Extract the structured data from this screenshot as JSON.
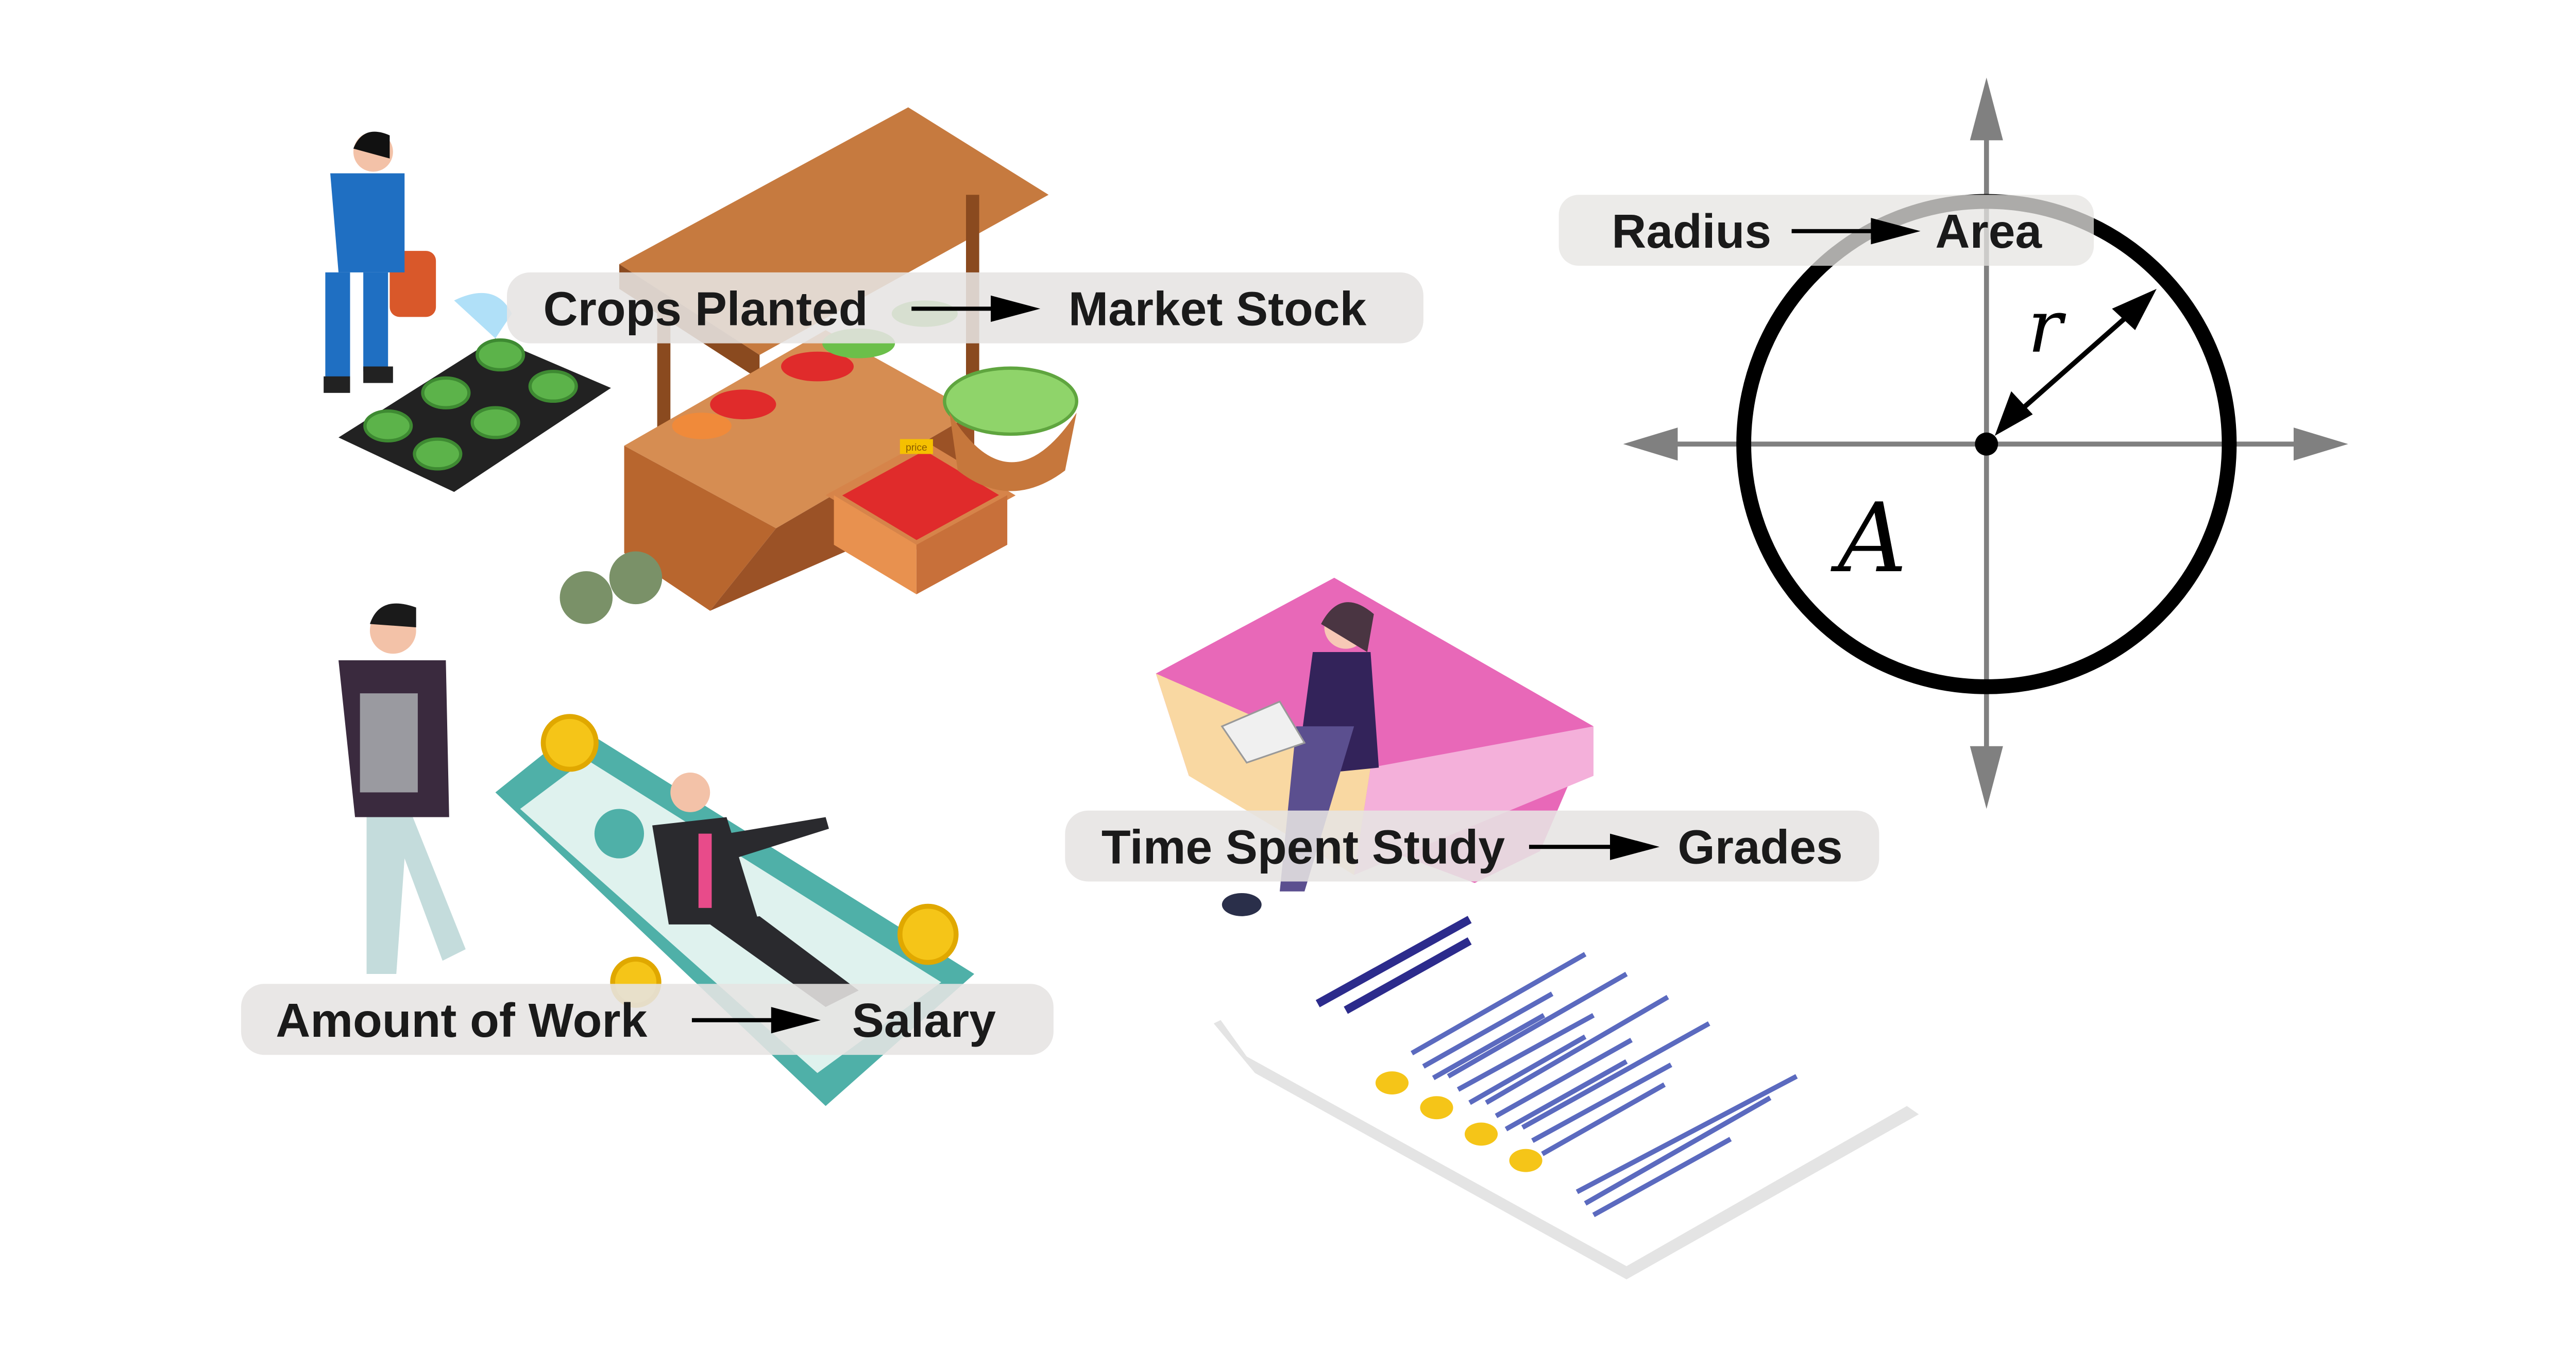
{
  "relations": [
    {
      "from": "Crops Planted",
      "to": "Market Stock"
    },
    {
      "from": "Radius",
      "to": "Area"
    },
    {
      "from": "Time Spent Study",
      "to": "Grades"
    },
    {
      "from": "Amount of Work",
      "to": "Salary"
    }
  ],
  "circle_diagram": {
    "radius_symbol": "r",
    "area_symbol": "A"
  },
  "market": {
    "price_tag": "price"
  },
  "colors": {
    "label_background": "#e6e4e2",
    "axis": "#808080",
    "circle": "#000000",
    "book": "#e868b8",
    "document_lines": "#5b6abf",
    "coin": "#f5c518",
    "bill": "#4fb0a8",
    "stall_wood": "#b8662e"
  }
}
